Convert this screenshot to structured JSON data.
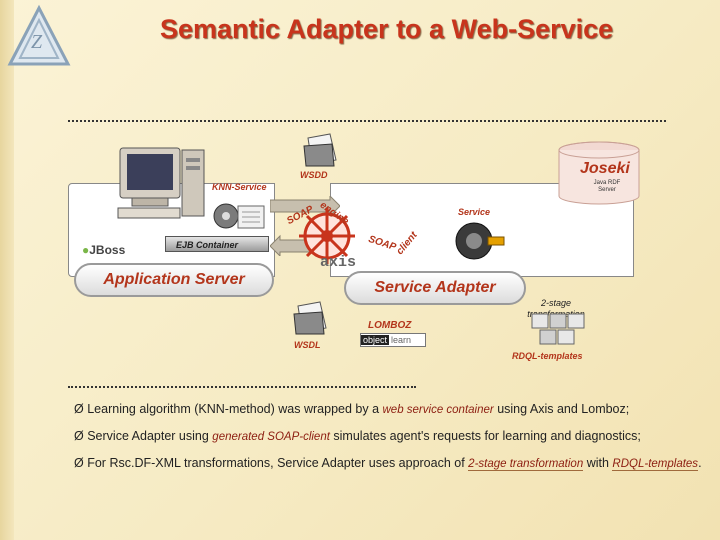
{
  "title": "Semantic Adapter to a Web-Service",
  "labels": {
    "wsdd": "WSDD",
    "knn_service": "KNN-Service",
    "ejb_container": "EJB Container",
    "jboss": "JBoss",
    "application_server": "Application Server",
    "soap_engine_left": "SOAP",
    "soap_engine_right": "engine",
    "axis": "axis",
    "soap_client_left": "SOAP",
    "soap_client_right": "client",
    "service": "Service",
    "joseki": "Joseki",
    "joseki_sub1": "Java RDF",
    "joseki_sub2": "Server",
    "service_adapter": "Service Adapter",
    "two_stage_1": "2-stage",
    "two_stage_2": "transformation",
    "lomboz": "LOMBOZ",
    "objectlearn_1": "object",
    "objectlearn_2": "learn",
    "wsdl": "WSDL",
    "rdql_templates": "RDQL-templates"
  },
  "bullets": {
    "b1_prefix": "Learning algorithm (KNN-method) was wrapped by a ",
    "b1_hl": "web service container",
    "b1_suffix": " using Axis and Lomboz;",
    "b2_prefix": "Service Adapter using ",
    "b2_hl": "generated SOAP-client",
    "b2_suffix": " simulates agent's requests for learning and diagnostics;",
    "b3_prefix": "For Rsc.DF-XML transformations, Service Adapter uses approach of ",
    "b3_hl": "2-stage transformation",
    "b3_mid": " with ",
    "b3_hl2": "RDQL-templates",
    "b3_suffix": "."
  },
  "bullet_glyph": "Ø",
  "colors": {
    "title": "#c8341c",
    "accent_red": "#b3351b",
    "highlight": "#8c1d10"
  }
}
